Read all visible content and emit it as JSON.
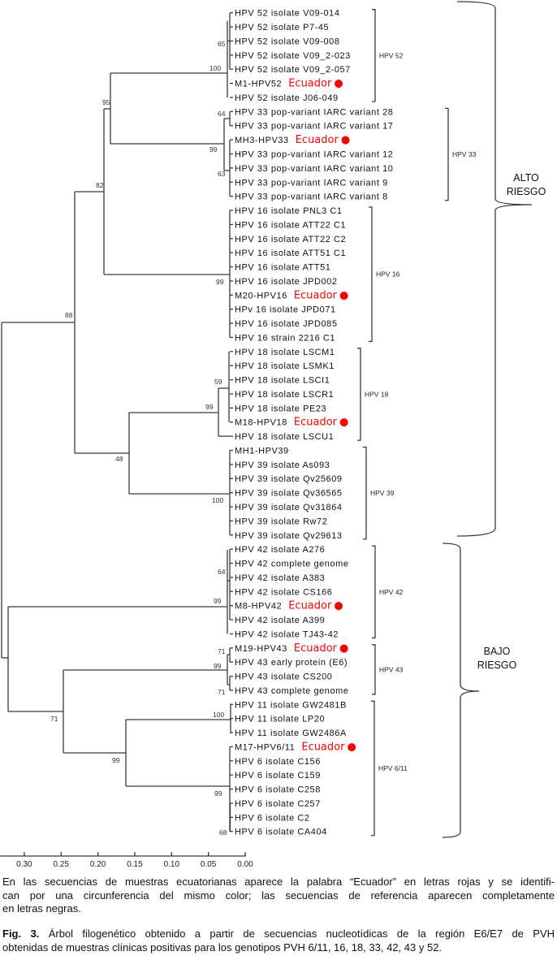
{
  "leaves": [
    {
      "label": "HPV 52 isolate V09-014"
    },
    {
      "label": "HPV 52 isolate P7-45"
    },
    {
      "label": "HPV 52 isolate V09-008"
    },
    {
      "label": "HPV 52 isolate V09_2-023"
    },
    {
      "label": "HPV 52 isolate V09_2-057"
    },
    {
      "label": "M1-HPV52",
      "ecuador": true
    },
    {
      "label": "HPV 52 isolate J06-049"
    },
    {
      "label": "HPV 33 pop-variant IARC variant 28"
    },
    {
      "label": "HPV 33 pop-variant IARC variant 17"
    },
    {
      "label": "MH3-HPV33",
      "ecuador": true
    },
    {
      "label": "HPV 33 pop-variant IARC variant 12"
    },
    {
      "label": "HPV 33 pop-variant IARC variant 10"
    },
    {
      "label": "HPV 33 pop-variant IARC variant 9"
    },
    {
      "label": "HPV 33 pop-variant IARC variant 8"
    },
    {
      "label": "HPV 16 isolate PNL3 C1"
    },
    {
      "label": "HPV 16 isolate ATT22 C1"
    },
    {
      "label": "HPV 16 isolate ATT22 C2"
    },
    {
      "label": "HPV 16 isolate ATT51 C1"
    },
    {
      "label": "HPV 16 isolate ATT51"
    },
    {
      "label": "HPV 16 isolate JPD002"
    },
    {
      "label": "M20-HPV16",
      "ecuador": true
    },
    {
      "label": "HPv 16 isolate JPD071"
    },
    {
      "label": "HPV 16 isolate JPD085"
    },
    {
      "label": "HPV 16 strain 2216 C1"
    },
    {
      "label": "HPV 18 isolate LSCM1"
    },
    {
      "label": "HPV 18 isolate LSMK1"
    },
    {
      "label": "HPV 18 isolate LSCI1"
    },
    {
      "label": "HPV 18 isolate LSCR1"
    },
    {
      "label": "HPV 18 isolate PE23"
    },
    {
      "label": "M18-HPV18",
      "ecuador": true
    },
    {
      "label": "HPV 18 isolate LSCU1"
    },
    {
      "label": "MH1-HPV39"
    },
    {
      "label": "HPV 39 isolate As093"
    },
    {
      "label": "HPV 39 isolate Qv25609"
    },
    {
      "label": "HPV 39 isolate Qv36565"
    },
    {
      "label": "HPV 39 isolate Qv31864"
    },
    {
      "label": "HPV 39 isolate Rw72"
    },
    {
      "label": "HPV 39 isolate Qv29613"
    },
    {
      "label": "HPV 42 isolate A276"
    },
    {
      "label": "HPV 42 complete genome"
    },
    {
      "label": "HPV 42 isolate A383"
    },
    {
      "label": "HPV 42 isolate CS166"
    },
    {
      "label": "M8-HPV42",
      "ecuador": true
    },
    {
      "label": "HPV 42 isolate A399"
    },
    {
      "label": "HPV 42 isolate TJ43-42"
    },
    {
      "label": "M19-HPV43",
      "ecuador": true
    },
    {
      "label": "HPV 43 early protein (E6)"
    },
    {
      "label": "HPV 43 isolate CS200"
    },
    {
      "label": "HPV 43 complete genome"
    },
    {
      "label": "HPV 11 isolate GW2481B"
    },
    {
      "label": "HPV 11 isolate LP20"
    },
    {
      "label": "HPV 11 isolate GW2486A"
    },
    {
      "label": "M17-HPV6/11",
      "ecuador": true
    },
    {
      "label": "HPV 6 isolate C156"
    },
    {
      "label": "HPV 6 isolate C159"
    },
    {
      "label": "HPV 6 isolate C258"
    },
    {
      "label": "HPV 6 isolate C257"
    },
    {
      "label": "HPV 6 isolate C2"
    },
    {
      "label": "HPV 6 isolate CA404"
    }
  ],
  "ecuador_label": "Ecuador",
  "ecuador_color": "#ff0000",
  "groups": [
    {
      "label": "HPV 52",
      "first": 0,
      "last": 6
    },
    {
      "label": "HPV 33",
      "first": 7,
      "last": 13
    },
    {
      "label": "HPV 16",
      "first": 14,
      "last": 23
    },
    {
      "label": "HPV 18",
      "first": 24,
      "last": 30
    },
    {
      "label": "HPV 39",
      "first": 31,
      "last": 37
    },
    {
      "label": "HPV 42",
      "first": 38,
      "last": 44
    },
    {
      "label": "HPV 43",
      "first": 45,
      "last": 48
    },
    {
      "label": "HPV 6/11",
      "first": 49,
      "last": 58
    }
  ],
  "risk_groups": [
    {
      "line1": "ALTO",
      "line2": "RIESGO"
    },
    {
      "line1": "BAJO",
      "line2": "RIESGO"
    }
  ],
  "bootstrap": {
    "root_high": "88",
    "n82": "82",
    "n95": "95",
    "hpv52": "100",
    "hpv52_sub": "65",
    "hpv33": "99",
    "hpv33_sub_a": "64",
    "hpv33_sub_b": "63",
    "hpv16": "99",
    "n48": "48",
    "hpv18": "99",
    "hpv18_sub": "59",
    "hpv39": "100",
    "hpv42": "99",
    "hpv42_sub": "64",
    "n71": "71",
    "hpv43": "99",
    "hpv43_sub_a": "71",
    "hpv43_sub_b": "71",
    "n99_low": "99",
    "hpv11": "100",
    "hpv6": "99",
    "hpv6_sub": "68"
  },
  "axis": {
    "ticks": [
      0.3,
      0.25,
      0.2,
      0.15,
      0.1,
      0.05,
      0.0
    ],
    "tick_labels": [
      "0.30",
      "0.25",
      "0.20",
      "0.15",
      "0.10",
      "0.05",
      "0.00"
    ]
  },
  "note_lines": [
    "En las secuencias de muestras ecuatorianas aparece la palabra “Ecuador” en letras rojas y se identifi-",
    "can por una circunferencia del mismo color; las secuencias de referencia aparecen completamente",
    "en letras negras."
  ],
  "figure": {
    "label": "Fig. 3.",
    "lines": [
      " Árbol filogenético obtenido a partir de secuencias nucleotídicas de la región E6/E7 de PVH",
      "obtenidas de muestras clínicas positivas para los genotipos PVH 6/11, 16, 18, 33, 42, 43 y 52."
    ]
  }
}
